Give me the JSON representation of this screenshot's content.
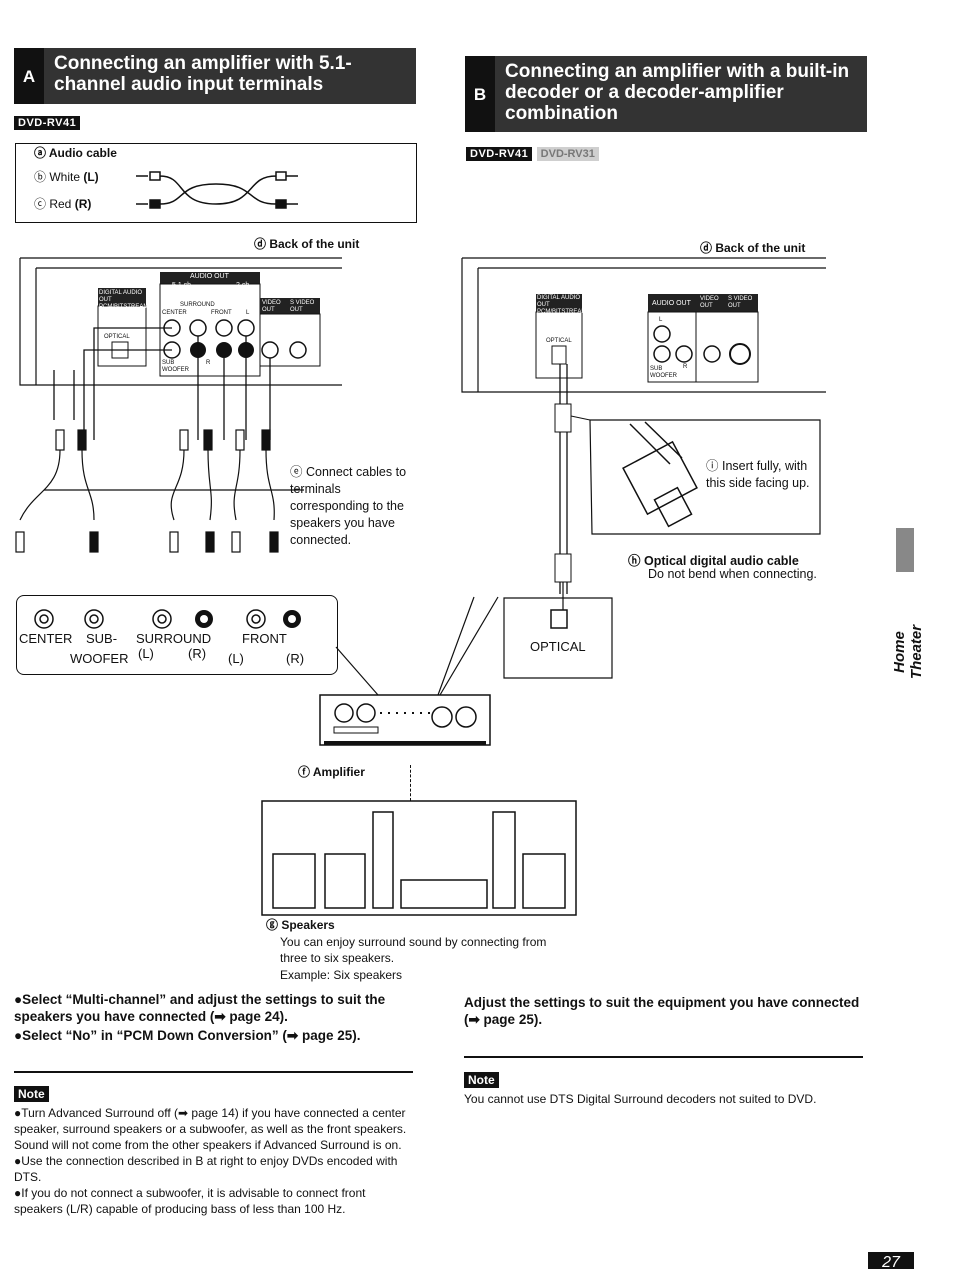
{
  "section_a": {
    "letter": "A",
    "title": "Connecting an amplifier with 5.1-channel audio input terminals",
    "model_badge": "DVD-RV41",
    "audio_cable_box": {
      "title": "ⓐ Audio cable",
      "white": "ⓑ White",
      "white_ch": "(L)",
      "red": "ⓒ Red",
      "red_ch": "(R)"
    },
    "back_label": "ⓓ Back of the unit",
    "unit_labels": {
      "digital_out": "DIGITAL AUDIO OUT PCM/BITSTREAM",
      "optical": "OPTICAL",
      "audio_out": "AUDIO OUT",
      "ch51": "5.1 ch",
      "ch2": "2 ch",
      "surround": "SURROUND",
      "center": "CENTER",
      "front": "FRONT",
      "video": "VIDEO OUT",
      "svideo": "S VIDEO OUT",
      "sub": "SUB WOOFER",
      "r": "R",
      "l": "L"
    },
    "connect_note": "ⓔ Connect cables to terminals corresponding to the speakers you have connected.",
    "amp_terminals": {
      "center": "CENTER",
      "sub": "SUB-",
      "woofer": "WOOFER",
      "surround": "SURROUND",
      "front": "FRONT",
      "surround_l": "(L)",
      "surround_r": "(R)",
      "front_l": "(L)",
      "front_r": "(R)"
    },
    "instructions": [
      "●Select “Multi-channel” and adjust the settings to suit the speakers you have connected (➡ page 24).",
      "●Select “No” in “PCM Down Conversion” (➡ page 25)."
    ],
    "note_label": "Note",
    "notes": [
      "●Turn Advanced Surround off (➡ page 14) if you have connected a center speaker, surround speakers or a subwoofer, as well as the front speakers. Sound will not come from the other speakers if Advanced Surround is on.",
      "●Use the connection described in B at right to enjoy DVDs encoded with DTS.",
      "●If you do not connect a subwoofer, it is advisable to connect front speakers (L/R) capable of producing bass of less than 100 Hz."
    ]
  },
  "section_b": {
    "letter": "B",
    "title": "Connecting an amplifier with a built-in decoder or a decoder-amplifier combination",
    "model_badge": "DVD-RV41",
    "model_badge2": "DVD-RV31",
    "back_label": "ⓓ Back of the unit",
    "unit_labels": {
      "digital_out": "DIGITAL AUDIO OUT PCM/BITSTREAM",
      "optical": "OPTICAL",
      "audio_out": "AUDIO OUT",
      "video": "VIDEO OUT",
      "svideo": "S VIDEO OUT",
      "l": "L",
      "sub": "SUB WOOFER",
      "r": "R"
    },
    "insert_note": "ⓘ Insert fully, with this side facing up.",
    "optical_cable": "ⓗ Optical digital audio cable",
    "optical_cable_note": "Do not bend when connecting.",
    "amp_optical": "OPTICAL",
    "instruction": "Adjust the settings to suit the equipment you have connected (➡ page 25).",
    "note_label": "Note",
    "note": "You cannot use DTS Digital Surround decoders not suited to DVD."
  },
  "amplifier_label": "ⓕ Amplifier",
  "speakers": {
    "label": "ⓖ Speakers",
    "desc_1": "You can enjoy surround sound by connecting from",
    "desc_2": "three to six speakers.",
    "desc_3": "Example:  Six  speakers"
  },
  "side_tab": "Home Theater",
  "page_number": "27"
}
